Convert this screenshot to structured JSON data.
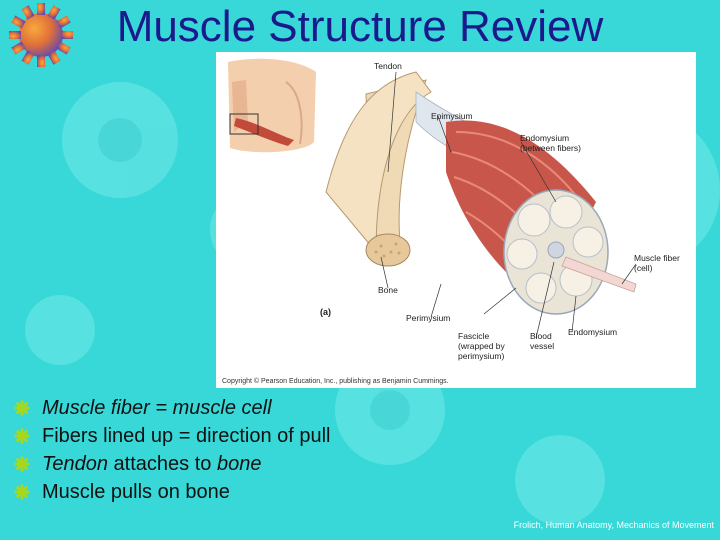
{
  "slide": {
    "title": "Muscle Structure Review",
    "credit": "Frolich, Human Anatomy, Mechanics of Movement"
  },
  "figure": {
    "labels": {
      "tendon": "Tendon",
      "epimysium": "Epimysium",
      "endomysium_between": "Endomysium",
      "between_fibers": "(between fibers)",
      "bone": "Bone",
      "panel": "(a)",
      "perimysium": "Perimysium",
      "fascicle": "Fascicle",
      "wrapped_by": "(wrapped by",
      "perimysium_paren": "perimysium)",
      "blood": "Blood",
      "vessel": "vessel",
      "endomysium": "Endomysium",
      "muscle_fiber": "Muscle fiber",
      "cell": "(cell)"
    },
    "copyright": "Copyright © Pearson Education, Inc., publishing as Benjamin Cummings."
  },
  "bullets": [
    {
      "parts": [
        {
          "text": "Muscle fiber = muscle cell",
          "italic": true
        }
      ]
    },
    {
      "parts": [
        {
          "text": "Fibers lined up = direction of pull",
          "italic": false
        }
      ]
    },
    {
      "parts": [
        {
          "text": "Tendon",
          "italic": true
        },
        {
          "text": " attaches to ",
          "italic": false
        },
        {
          "text": "bone",
          "italic": true
        }
      ]
    },
    {
      "parts": [
        {
          "text": "Muscle pulls on bone",
          "italic": false
        }
      ]
    }
  ],
  "colors": {
    "background": "#38d8d8",
    "title": "#1a1a8c",
    "bullet": "#a8d81c",
    "gear_orange": "#f08a2a",
    "gear_purple": "#6a4aa8"
  }
}
